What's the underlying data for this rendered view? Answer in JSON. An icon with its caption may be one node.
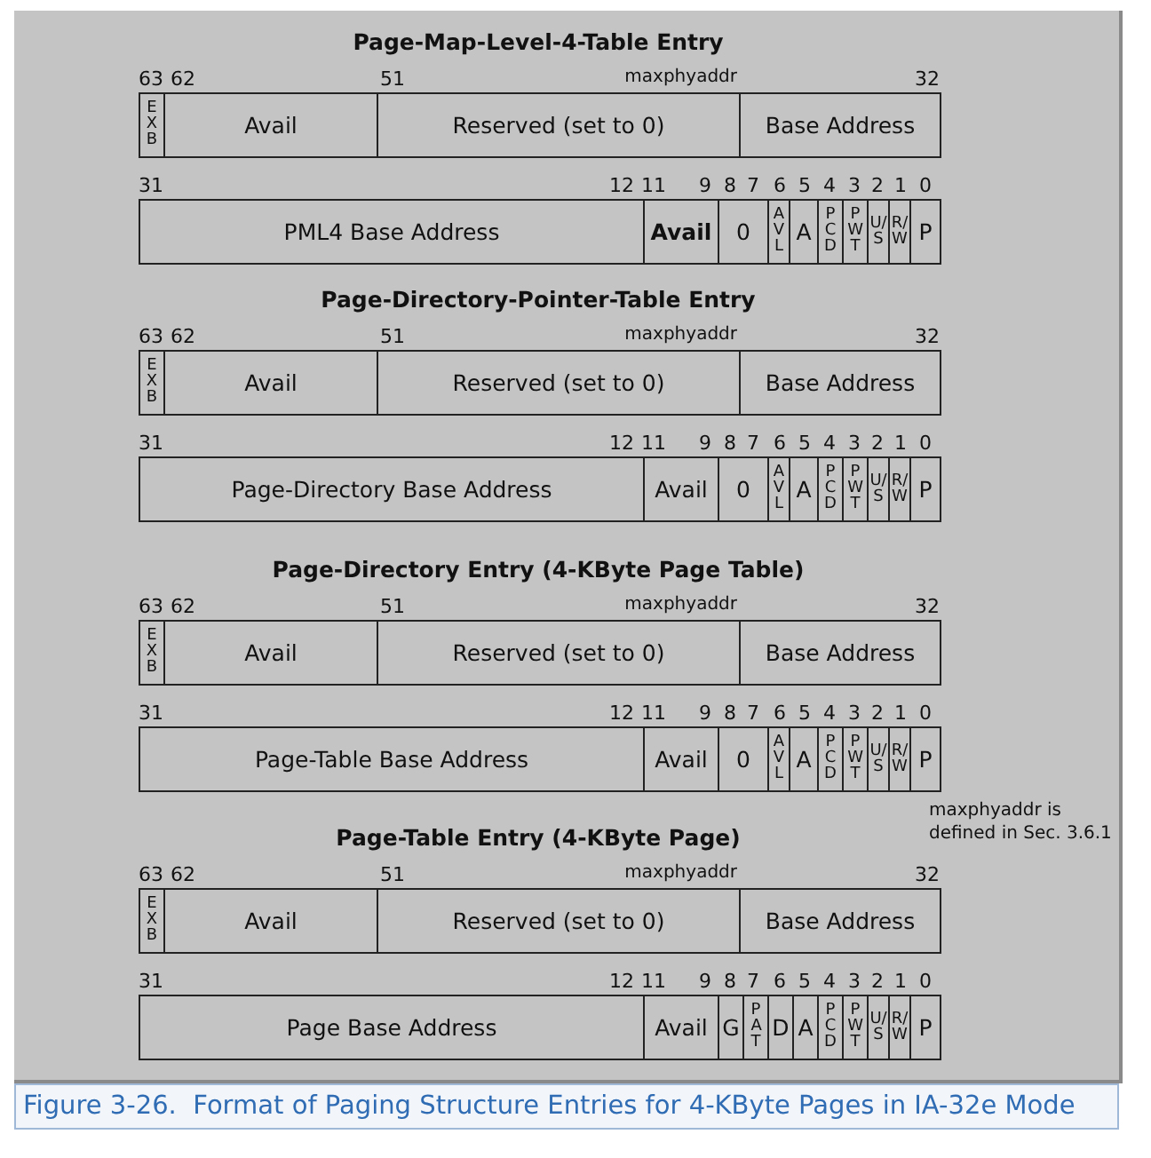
{
  "diagram": {
    "caption": "Figure 3-26.  Format of Paging Structure Entries for 4-KByte Pages in IA-32e Mode",
    "nodes": [
      {
        "text": [
          "EXB"
        ]
      },
      {
        "text": [
          "Avail"
        ]
      },
      {
        "text": [
          "Reserved (set to 0)"
        ]
      },
      {
        "text": [
          "Base Address"
        ]
      },
      {
        "text": [
          "PML4 Base Address"
        ]
      },
      {
        "text": [
          "Avail"
        ]
      },
      {
        "text": [
          "0"
        ]
      },
      {
        "text": [
          "AVL"
        ]
      },
      {
        "text": [
          "A"
        ]
      },
      {
        "text": [
          "PCD"
        ]
      },
      {
        "text": [
          "PWT"
        ]
      },
      {
        "text": [
          "U/S"
        ]
      },
      {
        "text": [
          "R/W"
        ]
      },
      {
        "text": [
          "P"
        ]
      },
      {
        "text": [
          "EXB"
        ]
      },
      {
        "text": [
          "Avail"
        ]
      },
      {
        "text": [
          "Reserved (set to 0)"
        ]
      },
      {
        "text": [
          "Base Address"
        ]
      },
      {
        "text": [
          "Page-Directory Base Address"
        ]
      },
      {
        "text": [
          "Avail"
        ]
      },
      {
        "text": [
          "0"
        ]
      },
      {
        "text": [
          "AVL"
        ]
      },
      {
        "text": [
          "A"
        ]
      },
      {
        "text": [
          "PCD"
        ]
      },
      {
        "text": [
          "PWT"
        ]
      },
      {
        "text": [
          "U/S"
        ]
      },
      {
        "text": [
          "R/W"
        ]
      },
      {
        "text": [
          "P"
        ]
      },
      {
        "text": [
          "EXB"
        ]
      },
      {
        "text": [
          "Avail"
        ]
      },
      {
        "text": [
          "Reserved (set to 0)"
        ]
      },
      {
        "text": [
          "Base Address"
        ]
      },
      {
        "text": [
          "Page-Table Base Address"
        ]
      },
      {
        "text": [
          "Avail"
        ]
      },
      {
        "text": [
          "0"
        ]
      },
      {
        "text": [
          "AVL"
        ]
      },
      {
        "text": [
          "A"
        ]
      },
      {
        "text": [
          "PCD"
        ]
      },
      {
        "text": [
          "PWT"
        ]
      },
      {
        "text": [
          "U/S"
        ]
      },
      {
        "text": [
          "R/W"
        ]
      },
      {
        "text": [
          "P"
        ]
      },
      {
        "text": [
          "EXB"
        ]
      },
      {
        "text": [
          "Avail"
        ]
      },
      {
        "text": [
          "Reserved (set to 0)"
        ]
      },
      {
        "text": [
          "Base Address"
        ]
      },
      {
        "text": [
          "Page Base Address"
        ]
      },
      {
        "text": [
          "Avail"
        ]
      },
      {
        "text": [
          "G"
        ]
      },
      {
        "text": [
          "PAT"
        ]
      },
      {
        "text": [
          "D"
        ]
      },
      {
        "text": [
          "A"
        ]
      },
      {
        "text": [
          "PCD"
        ]
      },
      {
        "text": [
          "PWT"
        ]
      },
      {
        "text": [
          "U/S"
        ]
      },
      {
        "text": [
          "R/W"
        ]
      },
      {
        "text": [
          "P"
        ]
      }
    ],
    "labels": [
      "Page-Map-Level-4-Table Entry",
      "63",
      "62",
      "51",
      "maxphyaddr",
      "32",
      "31",
      "12",
      "11",
      "9",
      "8",
      "7",
      "6",
      "5",
      "4",
      "3",
      "2",
      "1",
      "0",
      "Page-Directory-Pointer-Table Entry",
      "63",
      "62",
      "51",
      "maxphyaddr",
      "32",
      "31",
      "12",
      "11",
      "9",
      "8",
      "7",
      "6",
      "5",
      "4",
      "3",
      "2",
      "1",
      "0",
      "Page-Directory Entry (4-KByte Page Table)",
      "63",
      "62",
      "51",
      "maxphyaddr",
      "32",
      "31",
      "12",
      "11",
      "9",
      "8",
      "7",
      "6",
      "5",
      "4",
      "3",
      "2",
      "1",
      "0",
      "Page-Table Entry (4-KByte Page)",
      "maxphyaddr is defined in Sec. 3.6.1",
      "63",
      "62",
      "51",
      "maxphyaddr",
      "32",
      "31",
      "12",
      "11",
      "9",
      "8",
      "7",
      "6",
      "5",
      "4",
      "3",
      "2",
      "1",
      "0"
    ]
  }
}
